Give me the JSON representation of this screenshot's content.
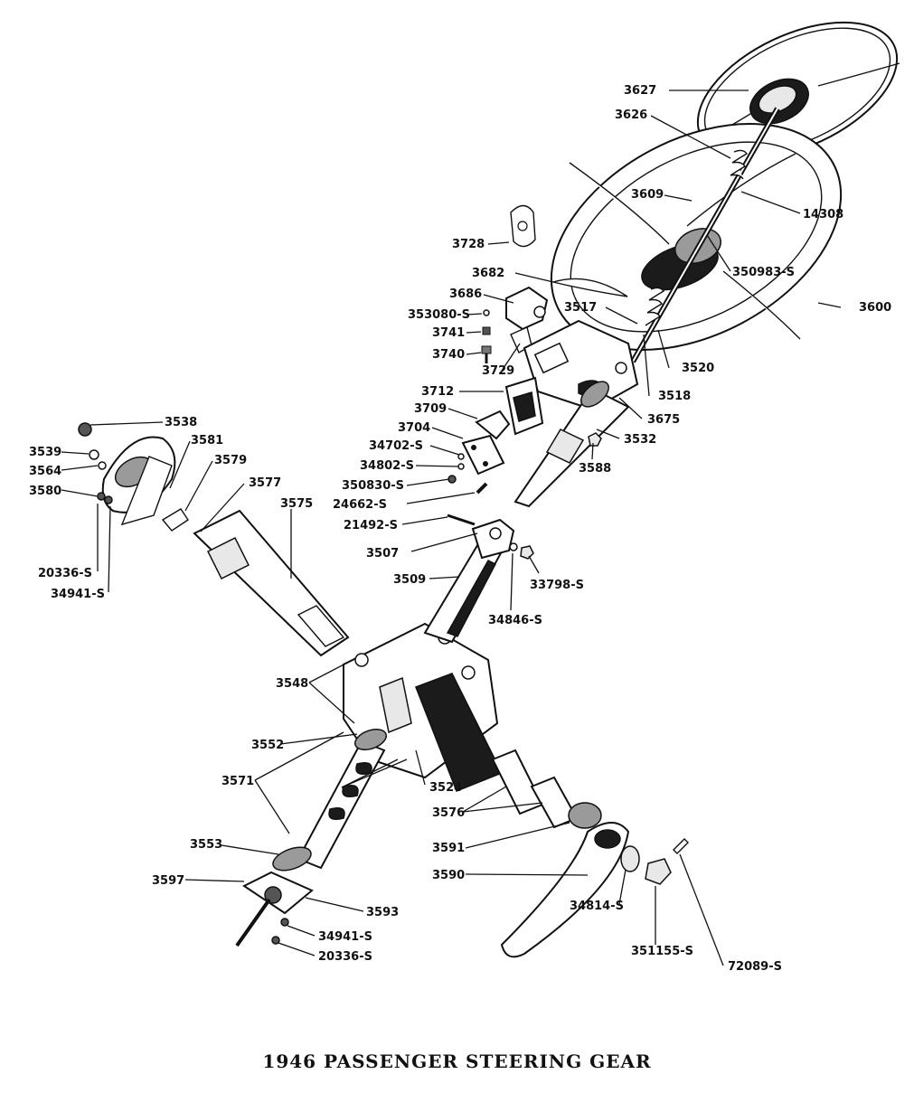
{
  "title": "1946 PASSENGER STEERING GEAR",
  "parts": [
    "3627",
    "3626",
    "3609",
    "14308",
    "3728",
    "350983-S",
    "3682",
    "3686",
    "3517",
    "3600",
    "353080-S",
    "3741",
    "3740",
    "3520",
    "3729",
    "3518",
    "3712",
    "3675",
    "3709",
    "3532",
    "3704",
    "3588",
    "34702-S",
    "34802-S",
    "350830-S",
    "24662-S",
    "3538",
    "3539",
    "3564",
    "3581",
    "3580",
    "3579",
    "3577",
    "3575",
    "21492-S",
    "3507",
    "33798-S",
    "3509",
    "20336-S",
    "34941-S",
    "34846-S",
    "3548",
    "3552",
    "3524",
    "3571",
    "3576",
    "3591",
    "3553",
    "3590",
    "3597",
    "3593",
    "34814-S",
    "34941-S",
    "20336-S",
    "351155-S",
    "72089-S"
  ]
}
